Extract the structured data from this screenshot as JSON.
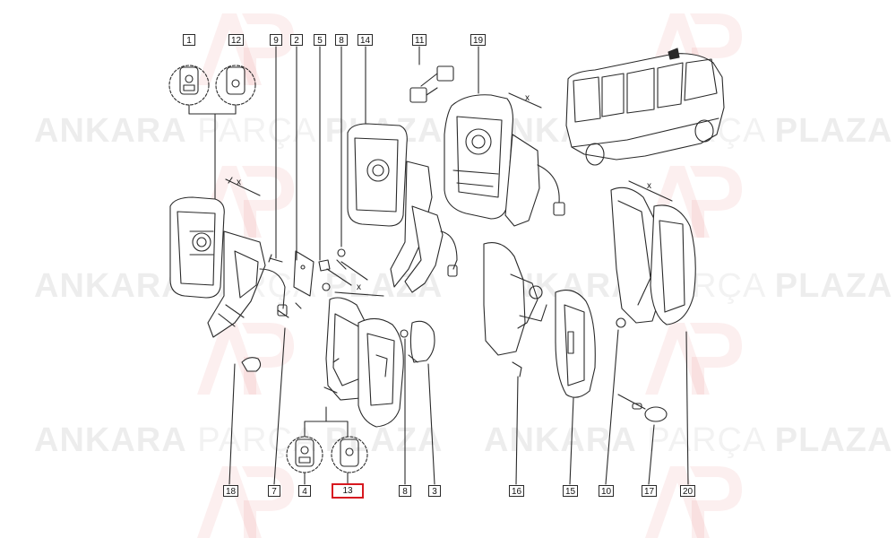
{
  "watermark": {
    "word1": "ANKARA",
    "word2": "PARÇA",
    "word3": "PLAZA"
  },
  "dimension_mark": "x",
  "callouts": [
    {
      "id": "1",
      "label": "1"
    },
    {
      "id": "12",
      "label": "12"
    },
    {
      "id": "9",
      "label": "9"
    },
    {
      "id": "2",
      "label": "2"
    },
    {
      "id": "5",
      "label": "5"
    },
    {
      "id": "8a",
      "label": "8"
    },
    {
      "id": "14",
      "label": "14"
    },
    {
      "id": "11",
      "label": "11"
    },
    {
      "id": "19",
      "label": "19"
    },
    {
      "id": "18",
      "label": "18"
    },
    {
      "id": "7",
      "label": "7"
    },
    {
      "id": "4",
      "label": "4"
    },
    {
      "id": "13",
      "label": "13",
      "highlight": true
    },
    {
      "id": "8b",
      "label": "8"
    },
    {
      "id": "3",
      "label": "3"
    },
    {
      "id": "16",
      "label": "16"
    },
    {
      "id": "15",
      "label": "15"
    },
    {
      "id": "10",
      "label": "10"
    },
    {
      "id": "17",
      "label": "17"
    },
    {
      "id": "20",
      "label": "20"
    }
  ],
  "colors": {
    "highlight": "#d71920",
    "line": "#2a2a2a"
  }
}
